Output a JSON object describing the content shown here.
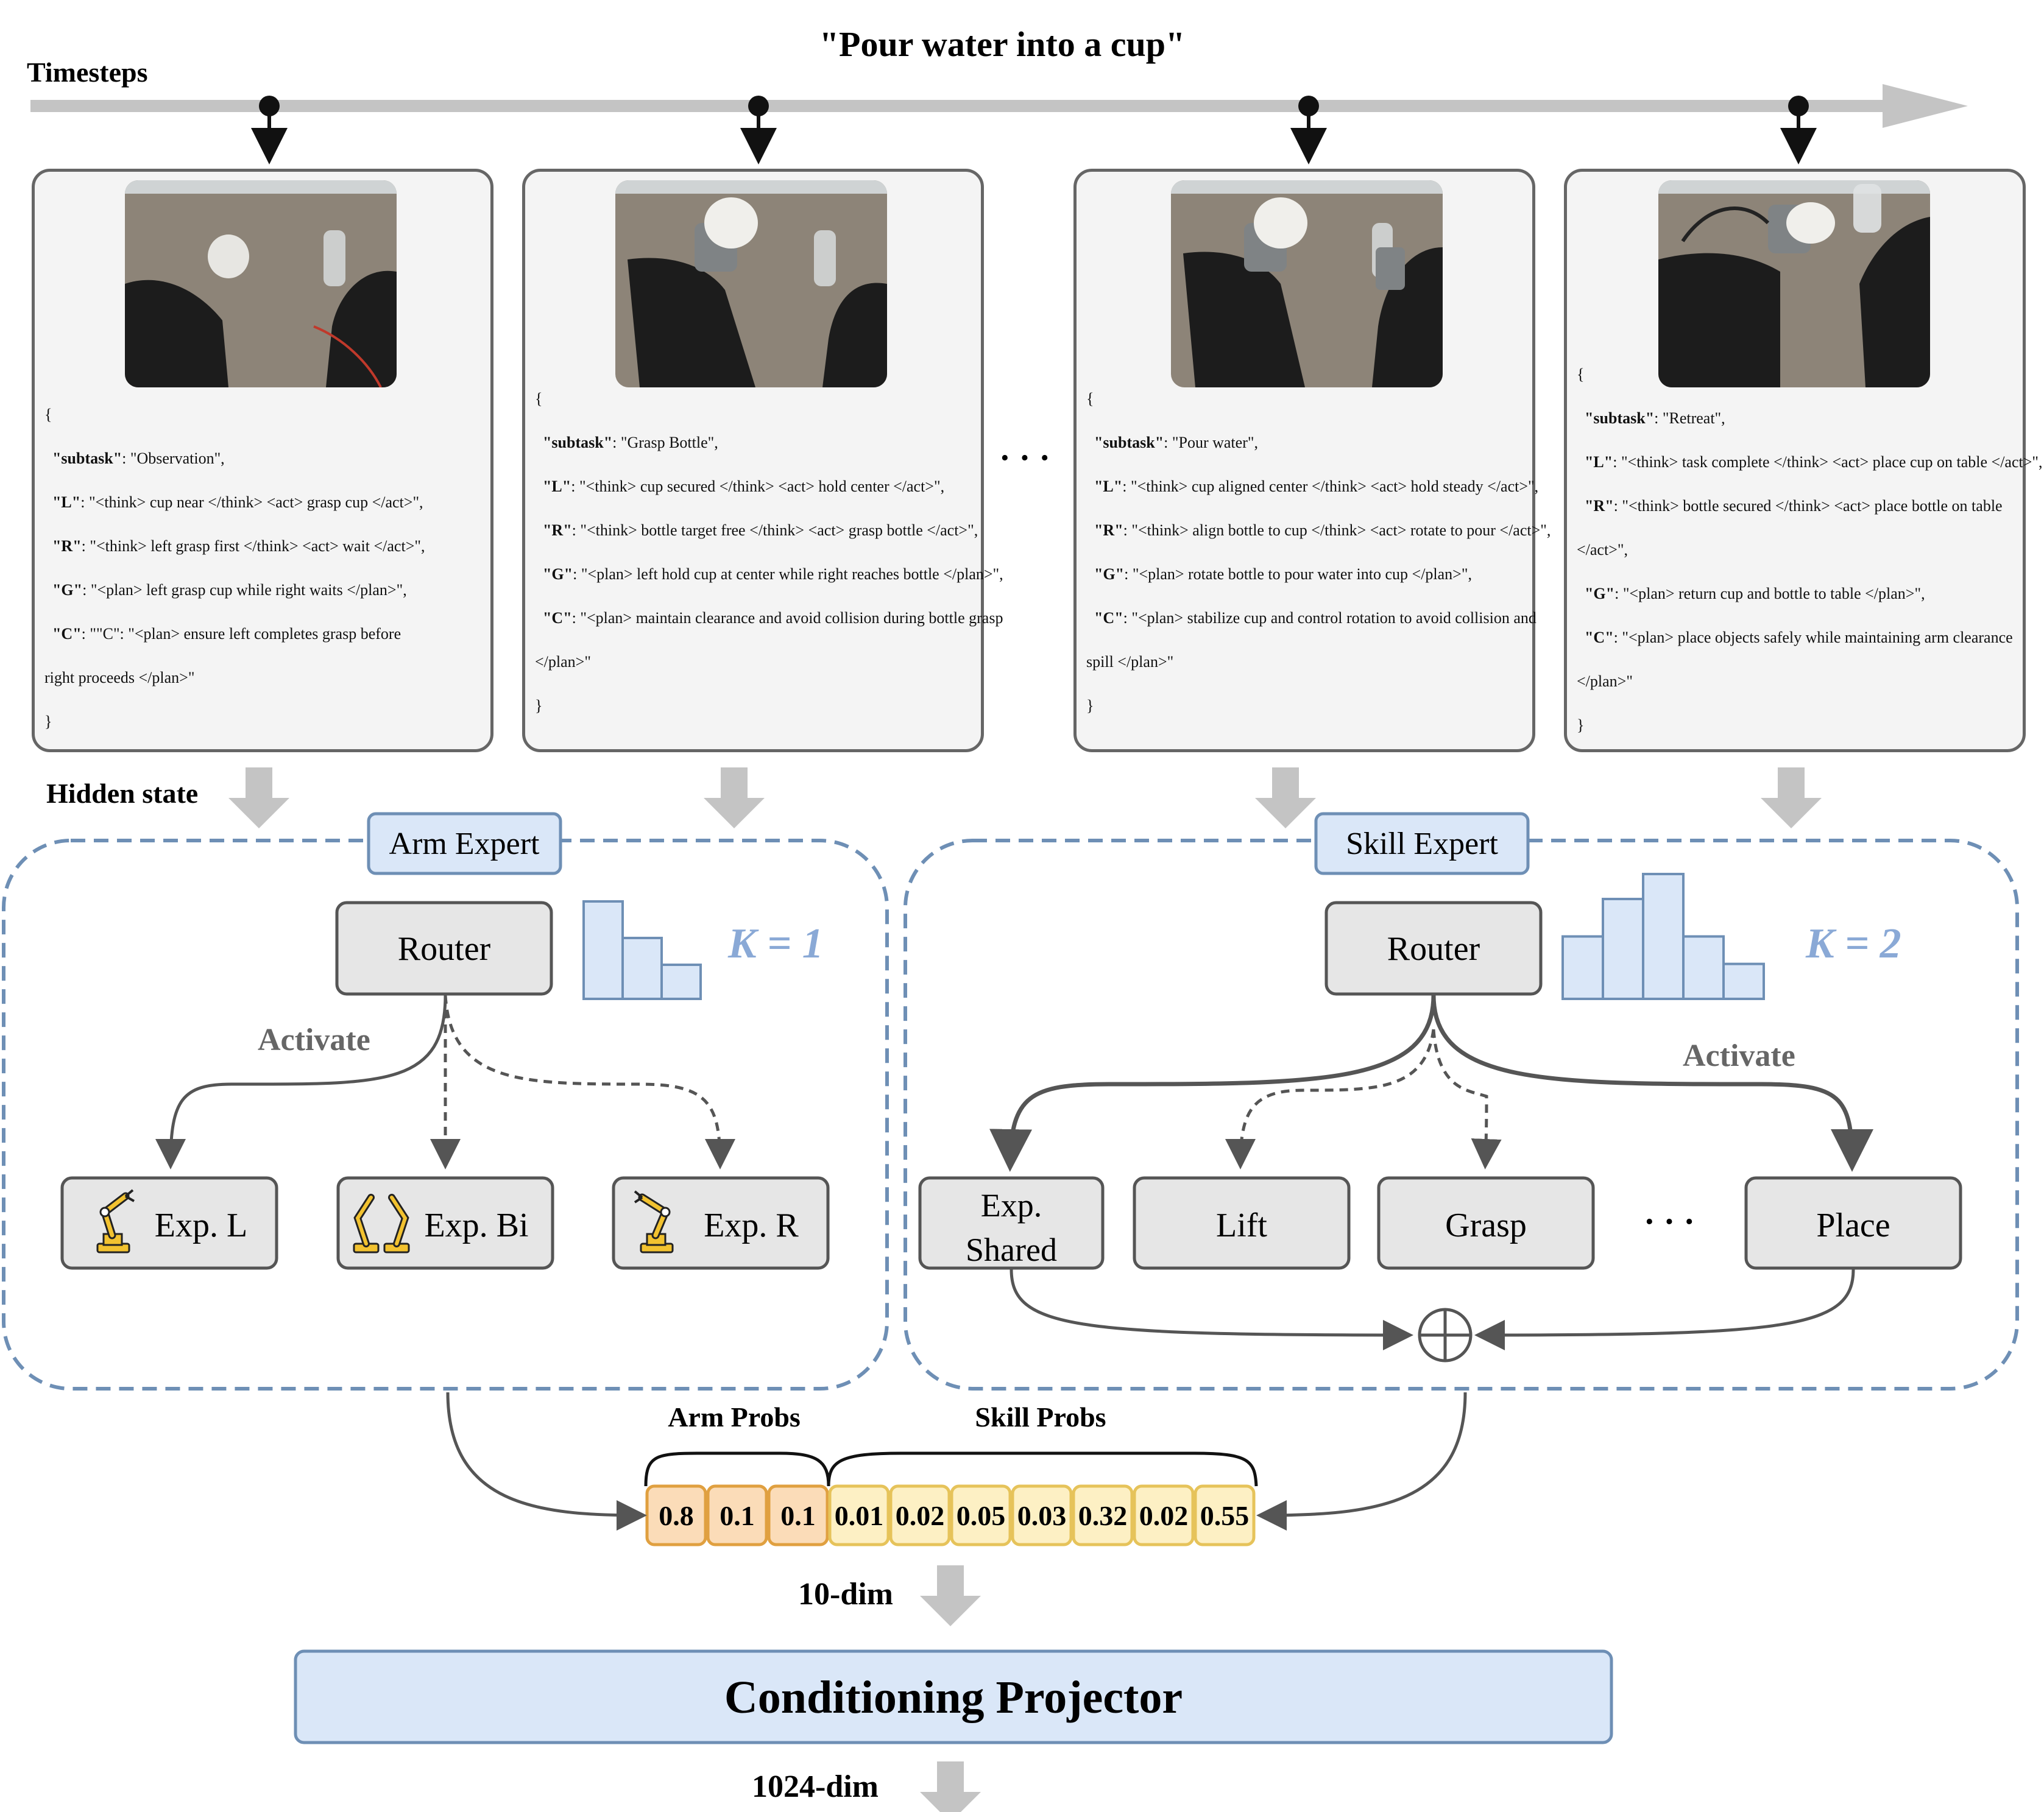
{
  "header": {
    "timesteps_label": "Timesteps",
    "instruction": "\"Pour water into a cup\""
  },
  "ellipsis": "· · ·",
  "cards": [
    {
      "lines": [
        {
          "t": "{"
        },
        {
          "k": "\"subtask\"",
          "v": ": \"Observation\","
        },
        {
          "k": "\"L\"",
          "v": ": \"<think> cup near </think> <act> grasp cup </act>\","
        },
        {
          "k": "\"R\"",
          "v": ": \"<think> left grasp first </think> <act> wait </act>\","
        },
        {
          "k": "\"G\"",
          "v": ": \"<plan> left grasp cup while right waits </plan>\","
        },
        {
          "k": "\"C\"",
          "v": ": \"\"C\": \"<plan> ensure left completes grasp before"
        },
        {
          "t": "right proceeds </plan>\""
        },
        {
          "t": "}"
        }
      ]
    },
    {
      "lines": [
        {
          "t": "{"
        },
        {
          "k": "\"subtask\"",
          "v": ": \"Grasp Bottle\","
        },
        {
          "k": "\"L\"",
          "v": ": \"<think> cup secured </think> <act> hold center </act>\","
        },
        {
          "k": "\"R\"",
          "v": ": \"<think> bottle target free </think> <act> grasp bottle </act>\","
        },
        {
          "k": "\"G\"",
          "v": ": \"<plan> left hold cup at center while right reaches bottle </plan>\","
        },
        {
          "k": "\"C\"",
          "v": ": \"<plan> maintain clearance and avoid collision during bottle grasp"
        },
        {
          "t": "</plan>\""
        },
        {
          "t": "}"
        }
      ]
    },
    {
      "lines": [
        {
          "t": "{"
        },
        {
          "k": "\"subtask\"",
          "v": ": \"Pour water\","
        },
        {
          "k": "\"L\"",
          "v": ": \"<think> cup aligned center </think> <act> hold steady </act>\","
        },
        {
          "k": "\"R\"",
          "v": ": \"<think> align bottle to cup </think> <act> rotate to pour </act>\","
        },
        {
          "k": "\"G\"",
          "v": ": \"<plan> rotate bottle to pour water into cup </plan>\","
        },
        {
          "k": "\"C\"",
          "v": ": \"<plan> stabilize cup and control rotation to avoid collision and"
        },
        {
          "t": "spill </plan>\""
        },
        {
          "t": "}"
        }
      ]
    },
    {
      "lines": [
        {
          "t": "{"
        },
        {
          "k": "\"subtask\"",
          "v": ": \"Retreat\","
        },
        {
          "k": "\"L\"",
          "v": ": \"<think> task complete </think> <act> place cup on table </act>\","
        },
        {
          "k": "\"R\"",
          "v": ": \"<think> bottle secured </think> <act> place bottle on table"
        },
        {
          "t": "</act>\","
        },
        {
          "k": "\"G\"",
          "v": ": \"<plan> return cup and bottle to table </plan>\","
        },
        {
          "k": "\"C\"",
          "v": ": \"<plan> place objects safely while maintaining arm clearance"
        },
        {
          "t": "</plan>\""
        },
        {
          "t": "}"
        }
      ]
    }
  ],
  "hidden_state_label": "Hidden state",
  "arm_expert": {
    "title": "Arm Expert",
    "router": "Router",
    "k_label": "K = 1",
    "activate": "Activate",
    "router_bars": [
      0.8,
      0.5,
      0.28
    ],
    "experts": [
      "Exp. L",
      "Exp. Bi",
      "Exp. R"
    ]
  },
  "skill_expert": {
    "title": "Skill Expert",
    "router": "Router",
    "k_label": "K = 2",
    "activate": "Activate",
    "router_bars": [
      0.5,
      0.8,
      1.0,
      0.5,
      0.28
    ],
    "experts": [
      "Exp.",
      "Shared",
      "Lift",
      "Grasp",
      "Place"
    ],
    "ellipsis": "· · ·"
  },
  "probs": {
    "arm_label": "Arm Probs",
    "skill_label": "Skill Probs",
    "arm_values": [
      "0.8",
      "0.1",
      "0.1"
    ],
    "skill_values": [
      "0.01",
      "0.02",
      "0.05",
      "0.03",
      "0.32",
      "0.02",
      "0.55"
    ]
  },
  "dims": {
    "ten": "10-dim",
    "big": "1024-dim"
  },
  "projector": {
    "label": "Conditioning Projector"
  },
  "colors": {
    "gray_arrow": "#c4c4c4",
    "card_border": "#666666",
    "dash_blue": "#6e8fb5",
    "label_blue_fill": "#dae7f8",
    "label_blue_stroke": "#6e8fb5",
    "k_blue": "#8aa9d6",
    "node_fill": "#e6e6e6",
    "arm_prob_fill": "#fbdcb8",
    "arm_prob_stroke": "#e0a040",
    "skill_prob_fill": "#fdf0c4",
    "skill_prob_stroke": "#e6c35a"
  }
}
